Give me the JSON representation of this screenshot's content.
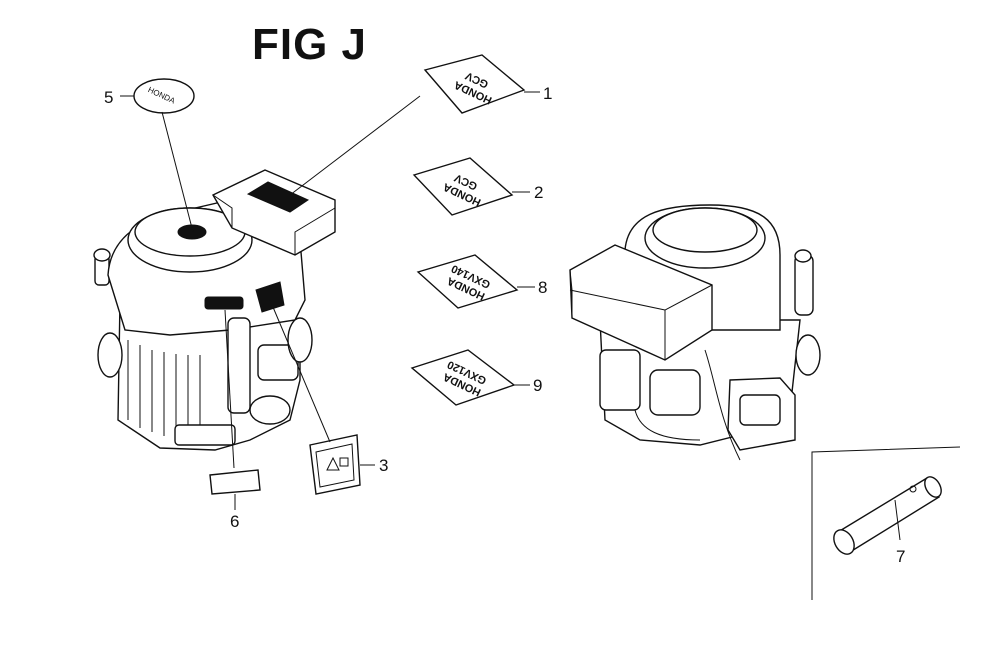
{
  "figure_title": "FIG J",
  "callouts": {
    "c1": "1",
    "c2": "2",
    "c3": "3",
    "c5": "5",
    "c6": "6",
    "c7": "7",
    "c8": "8",
    "c9": "9"
  },
  "decals": {
    "d1_line1": "HONDA",
    "d1_line2": "GCV",
    "d2_line1": "HONDA",
    "d2_line2": "GCV",
    "d5": "HONDA",
    "d8_line1": "HONDA",
    "d8_line2": "GXV140",
    "d9_line1": "HONDA",
    "d9_line2": "GXV120"
  }
}
